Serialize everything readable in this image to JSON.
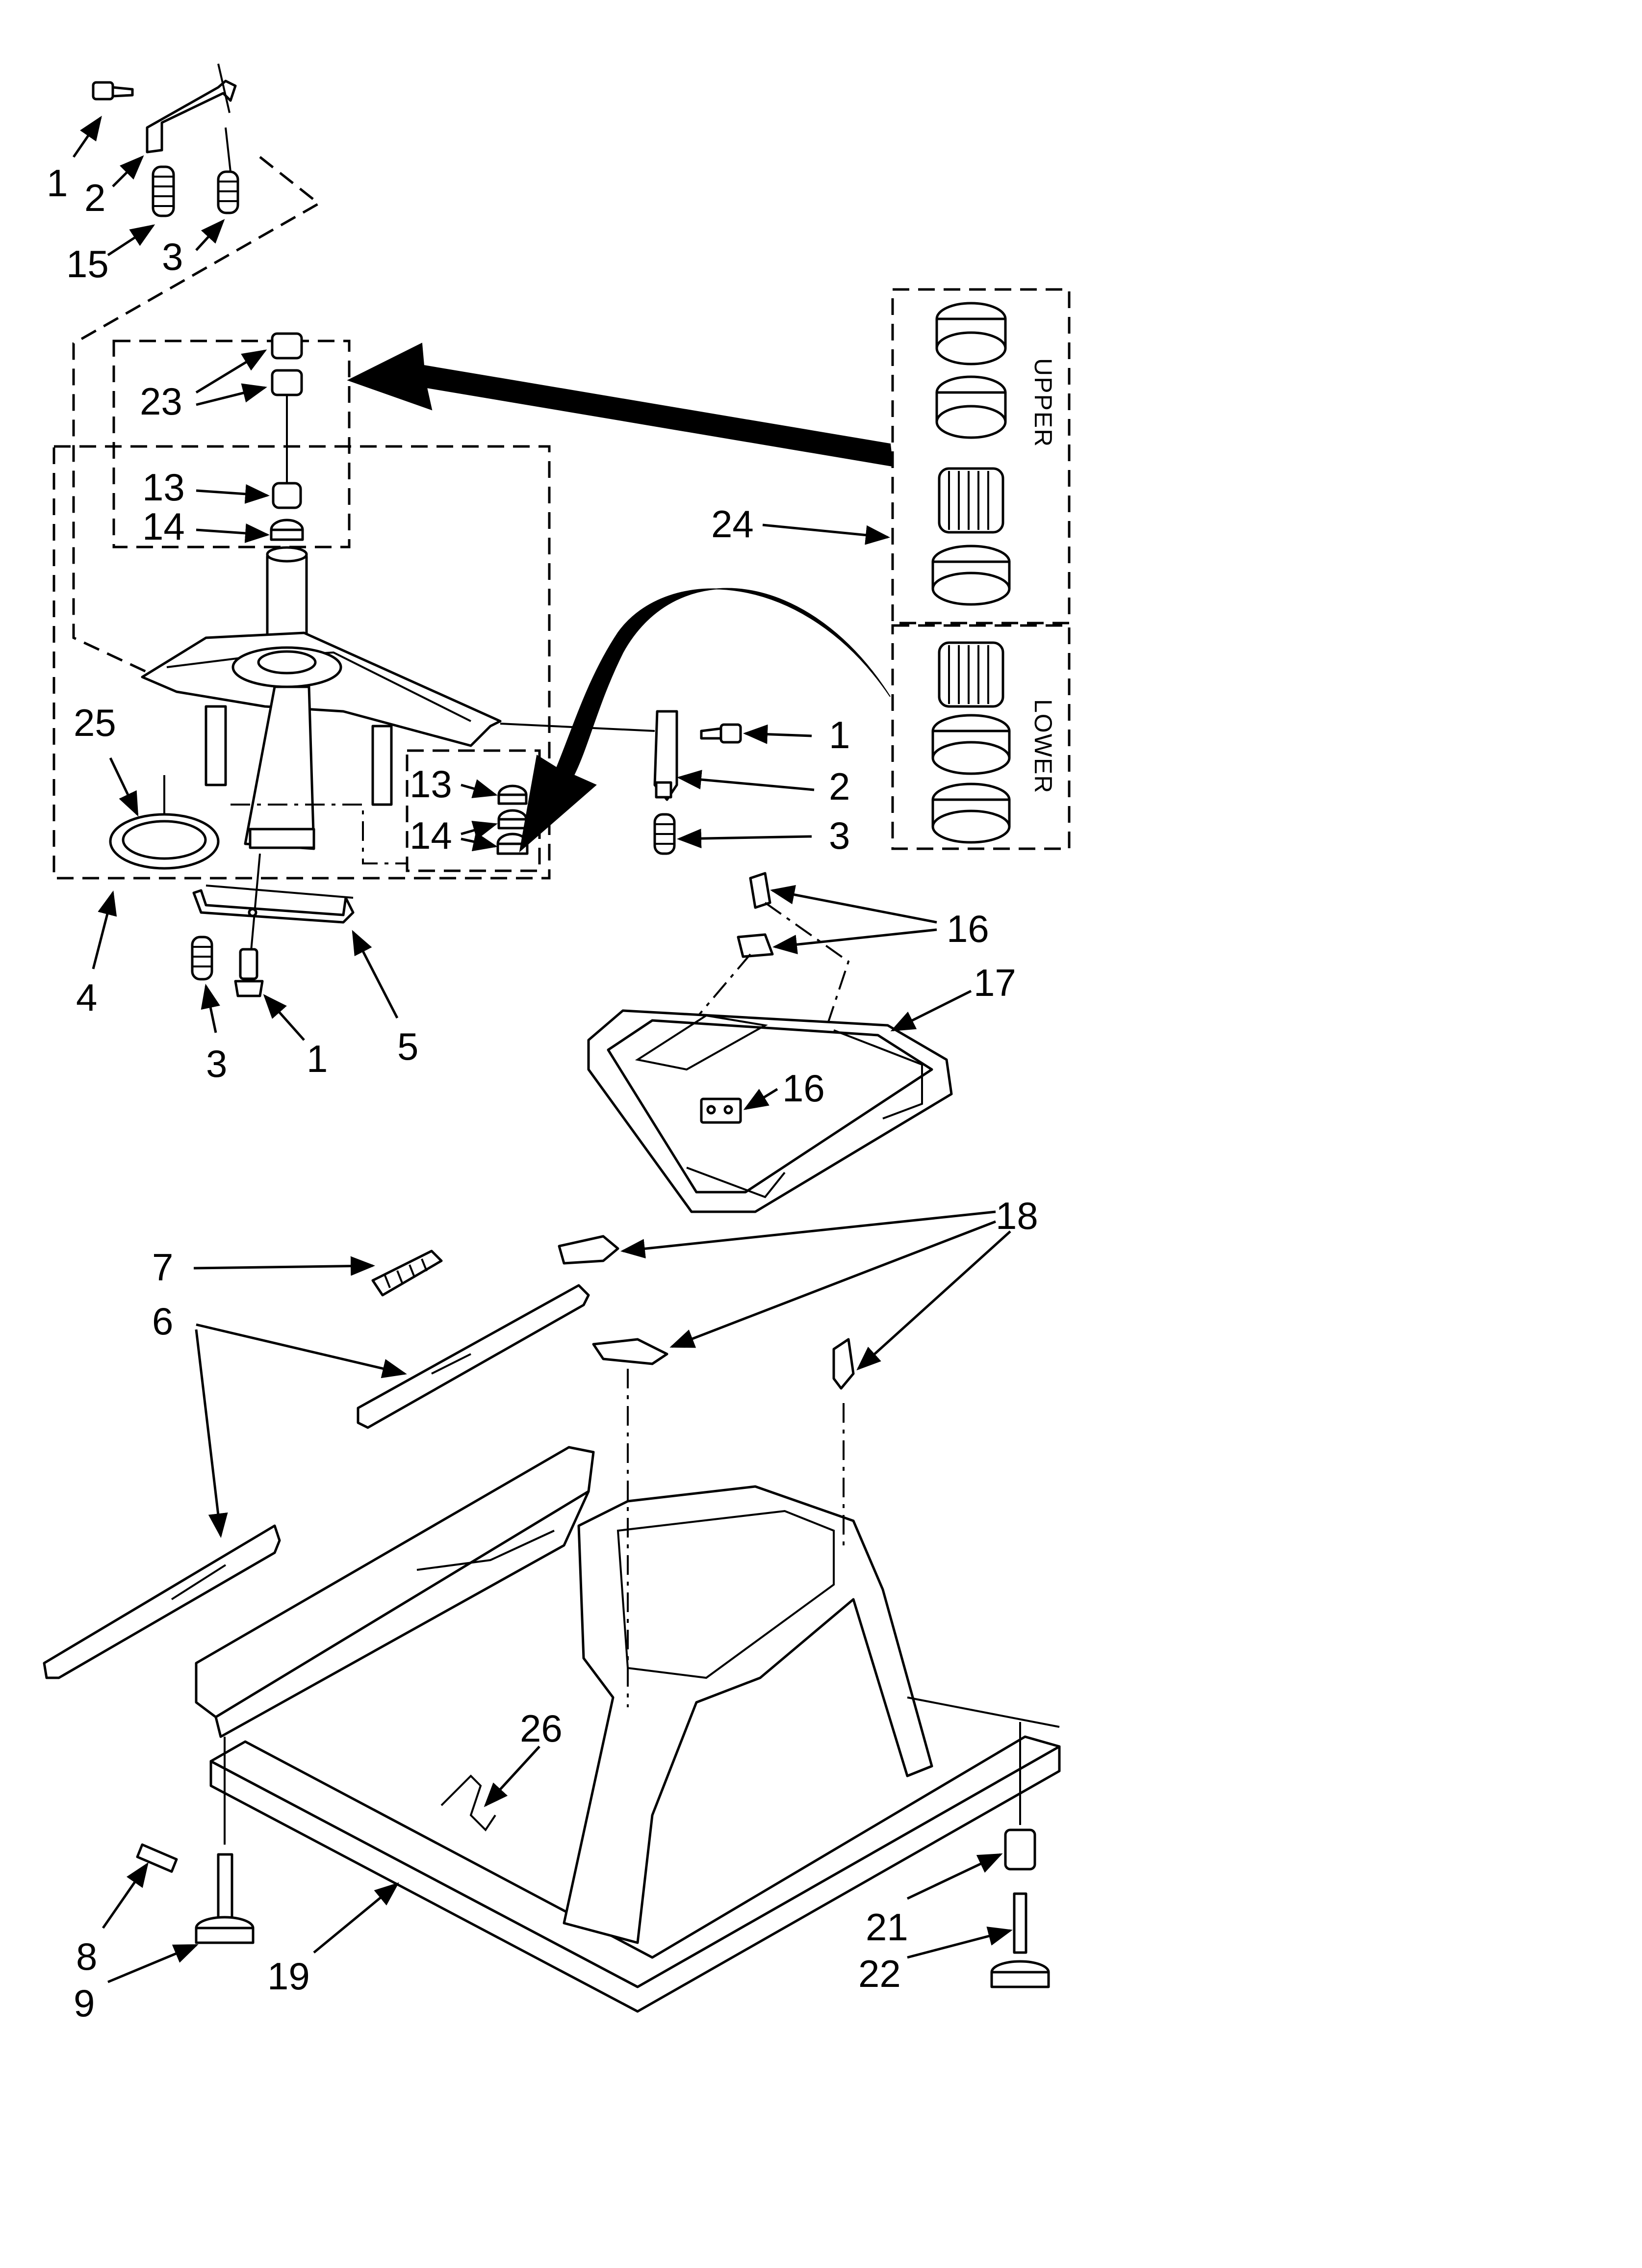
{
  "callouts": {
    "c1_top": "1",
    "c2_top": "2",
    "c15": "15",
    "c3_top": "3",
    "c23": "23",
    "c13_top": "13",
    "c14_top": "14",
    "c25": "25",
    "c13_mid": "13",
    "c14_mid": "14",
    "c4": "4",
    "c3_bottom": "3",
    "c1_bottom": "1",
    "c5": "5",
    "c24": "24",
    "c1_right": "1",
    "c2_right": "2",
    "c3_right": "3",
    "c16_top": "16",
    "c17": "17",
    "c16_mid": "16",
    "c18": "18",
    "c7": "7",
    "c6": "6",
    "c26": "26",
    "c8": "8",
    "c9": "9",
    "c19": "19",
    "c21": "21",
    "c22": "22"
  },
  "kit_labels": {
    "upper": "UPPER",
    "lower": "LOWER"
  }
}
